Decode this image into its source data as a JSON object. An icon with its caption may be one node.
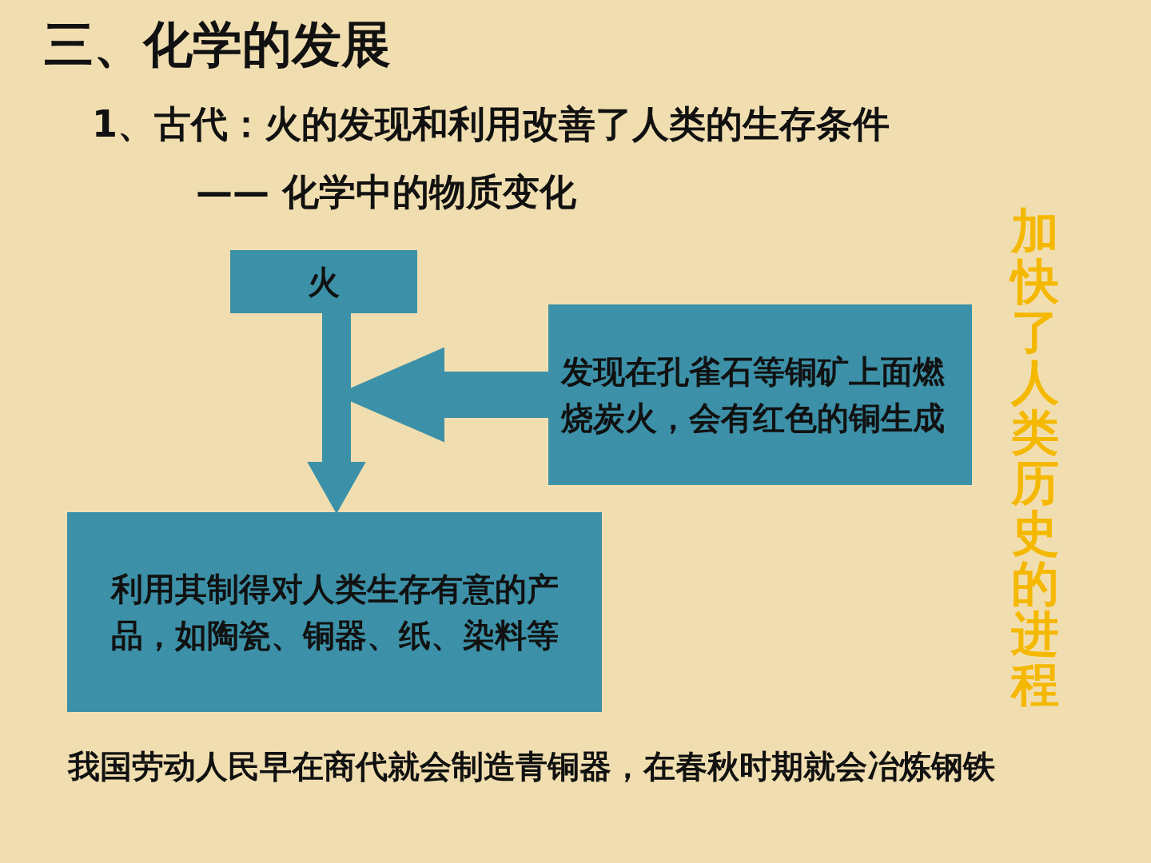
{
  "diagram": {
    "title": "三、化学的发展",
    "nodes": [
      {
        "text": [
          "火"
        ]
      },
      {
        "text": [
          "发现在孔雀石等铜矿上面燃烧炭火，会有红色的铜生成"
        ]
      },
      {
        "text": [
          "利用其制得对人类生存有意的产品，如陶瓷、铜器、纸、染料等"
        ]
      }
    ],
    "edges": [
      {
        "from": 0,
        "to": 2,
        "arrow": "to"
      },
      {
        "from": 1,
        "to": null,
        "arrow": "to"
      }
    ],
    "labels": [
      "1、古代：火的发现和利用改善了人类的生存条件",
      "—— 化学中的物质变化",
      "加快了人类历史的进程",
      "我国劳动人民早在商代就会制造青铜器，在春秋时期就会冶炼钢铁"
    ]
  }
}
